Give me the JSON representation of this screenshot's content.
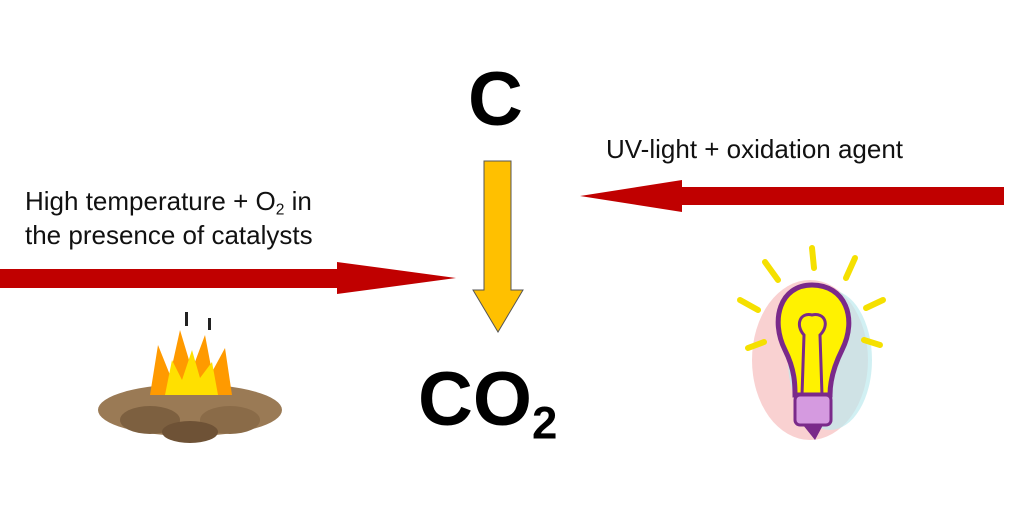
{
  "top_compound": "C",
  "product": {
    "main": "CO",
    "subscript": "2"
  },
  "left_condition": {
    "line1_pre": "High temperature + O",
    "line1_sub": "2",
    "line1_post": " in",
    "line2": "the presence of catalysts"
  },
  "right_condition": "UV-light + oxidation agent",
  "colors": {
    "red_arrow": "#c00000",
    "yellow_arrow": "#ffc000"
  },
  "icons": [
    "campfire-icon",
    "lightbulb-icon"
  ]
}
